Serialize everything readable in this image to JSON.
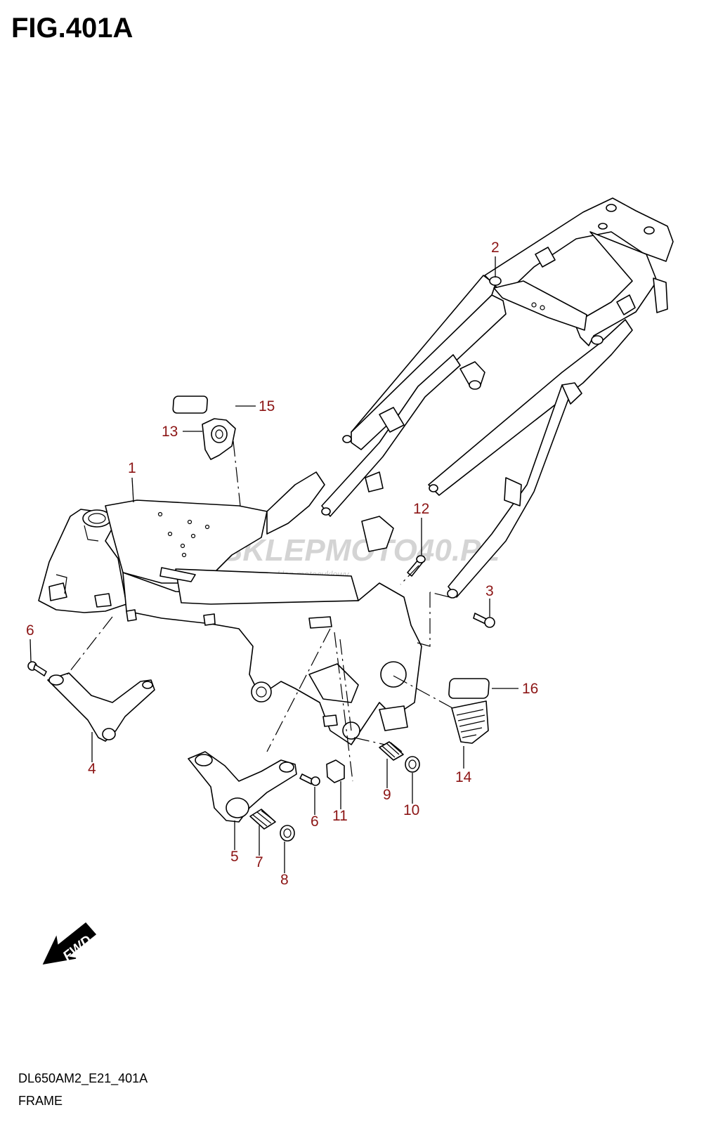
{
  "figure": {
    "title": "FIG.401A",
    "code": "DL650AM2_E21_401A",
    "caption": "FRAME"
  },
  "watermark": {
    "text": "SKLEPMOTO40.PL",
    "subtext": "internetowy sklep motocyklowy"
  },
  "direction_arrow": {
    "label": "FWD"
  },
  "callouts": [
    {
      "number": "1"
    },
    {
      "number": "2"
    },
    {
      "number": "3"
    },
    {
      "number": "4"
    },
    {
      "number": "5"
    },
    {
      "number": "6"
    },
    {
      "number": "6"
    },
    {
      "number": "7"
    },
    {
      "number": "8"
    },
    {
      "number": "9"
    },
    {
      "number": "10"
    },
    {
      "number": "11"
    },
    {
      "number": "12"
    },
    {
      "number": "13"
    },
    {
      "number": "14"
    },
    {
      "number": "15"
    },
    {
      "number": "16"
    }
  ],
  "colors": {
    "callout_text": "#8c1515",
    "line": "#000000",
    "background": "#ffffff"
  }
}
